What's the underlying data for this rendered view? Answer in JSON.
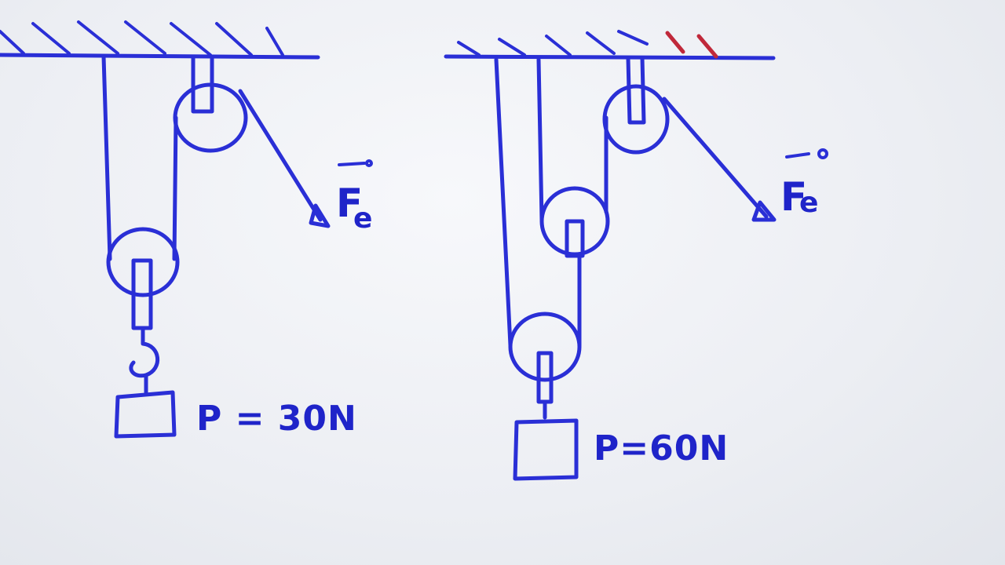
{
  "left_system": {
    "force_symbol": "F",
    "force_subscript": "e",
    "weight_label": "P = 30N"
  },
  "right_system": {
    "force_symbol": "F",
    "force_subscript": "e",
    "weight_label": "P=60N"
  },
  "colors": {
    "ink": "#2a2fd6",
    "accent_ink": "#c0283a",
    "board": "#eef0f4"
  }
}
